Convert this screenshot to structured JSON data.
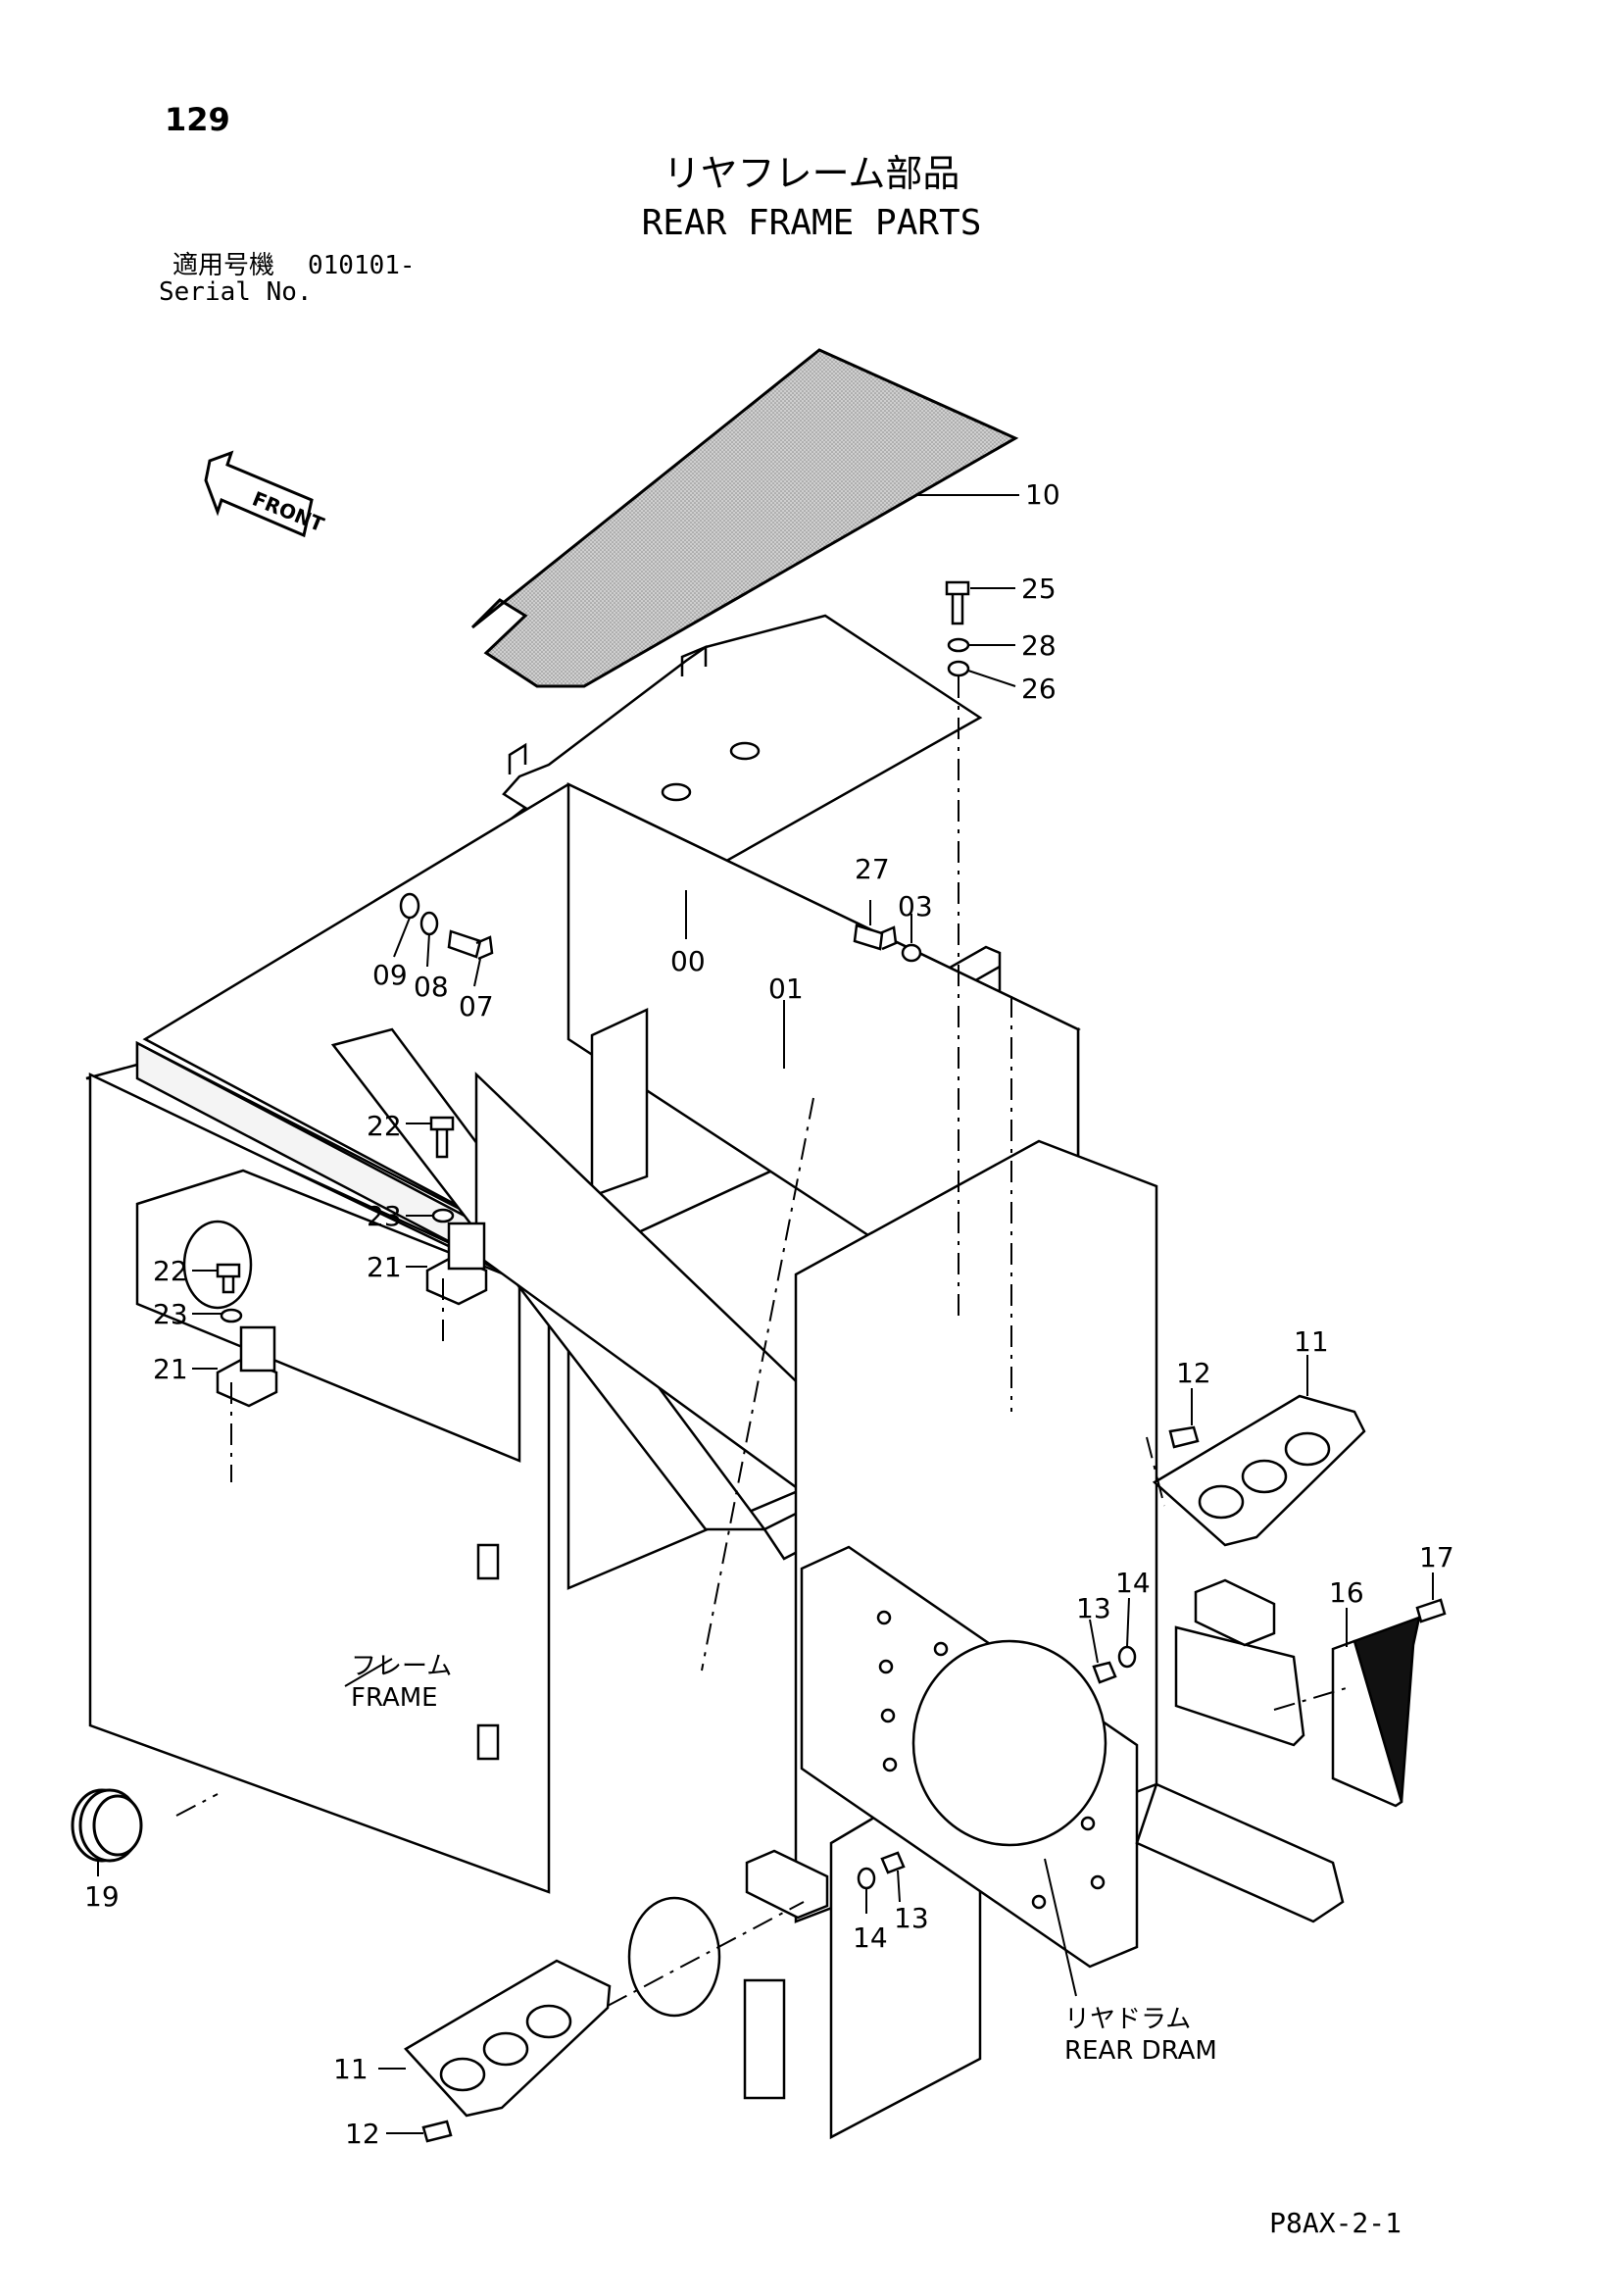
{
  "page_number": "129",
  "title_jp": "リヤフレーム部品",
  "title_en": "REAR FRAME PARTS",
  "serial_label_jp": "適用号機",
  "serial_value": "010101-",
  "serial_label_en": "Serial No.",
  "front_label": "FRONT",
  "frame_label_jp": "フレーム",
  "frame_label_en": "FRAME",
  "rear_dram_label_jp": "リヤドラム",
  "rear_dram_label_en": "REAR DRAM",
  "sheet_code": "P8AX-2-1",
  "part_labels": {
    "p10": "10",
    "p25": "25",
    "p28": "28",
    "p26": "26",
    "p09": "09",
    "p08": "08",
    "p07": "07",
    "p00": "00",
    "p27": "27",
    "p03": "03",
    "p01": "01",
    "p22a": "22",
    "p23a": "23",
    "p21a": "21",
    "p22b": "22",
    "p23b": "23",
    "p21b": "21",
    "p12a": "12",
    "p11a": "11",
    "p17": "17",
    "p16": "16",
    "p13a": "13",
    "p14a": "14",
    "p19": "19",
    "p14b": "14",
    "p13b": "13",
    "p11b": "11",
    "p12b": "12"
  }
}
